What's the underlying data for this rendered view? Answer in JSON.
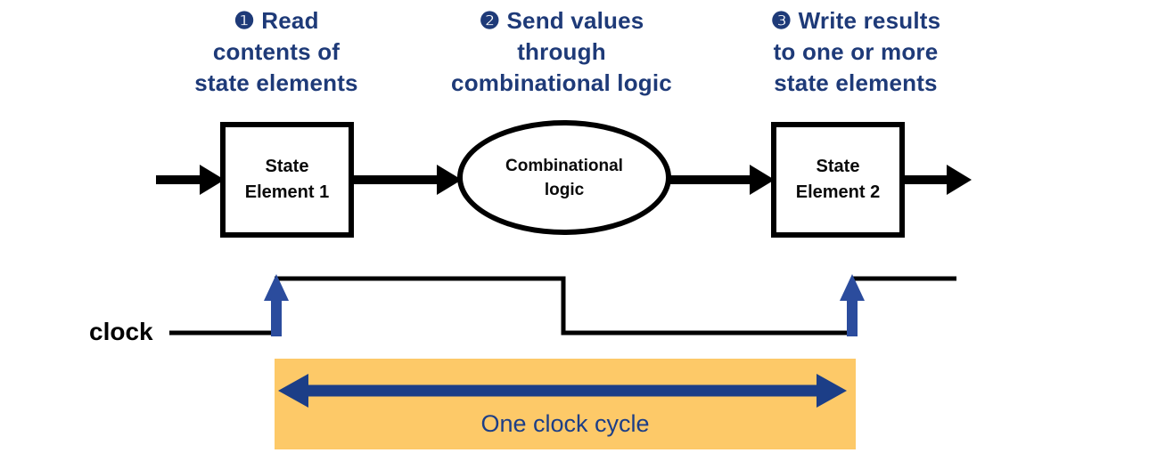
{
  "steps": [
    {
      "lines": [
        "❶ Read",
        "contents of",
        "state elements"
      ]
    },
    {
      "lines": [
        "❷ Send values",
        "through",
        "combinational logic"
      ]
    },
    {
      "lines": [
        "❸ Write results",
        "to one or more",
        "state elements"
      ]
    }
  ],
  "nodes": {
    "state_element_1": {
      "lines": [
        "State",
        "Element 1"
      ]
    },
    "combinational_logic": {
      "lines": [
        "Combinational",
        "logic"
      ]
    },
    "state_element_2": {
      "lines": [
        "State",
        "Element 2"
      ]
    }
  },
  "clock": {
    "label": "clock"
  },
  "cycle": {
    "label": "One clock cycle"
  },
  "colors": {
    "heading_text": "#1e3a78",
    "node_outline": "#000000",
    "flow_arrow": "#000000",
    "clock_waveform": "#000000",
    "clock_edge_arrow": "#2b4c9d",
    "cycle_arrow": "#1c3e87",
    "cycle_band": "#fdc968"
  }
}
